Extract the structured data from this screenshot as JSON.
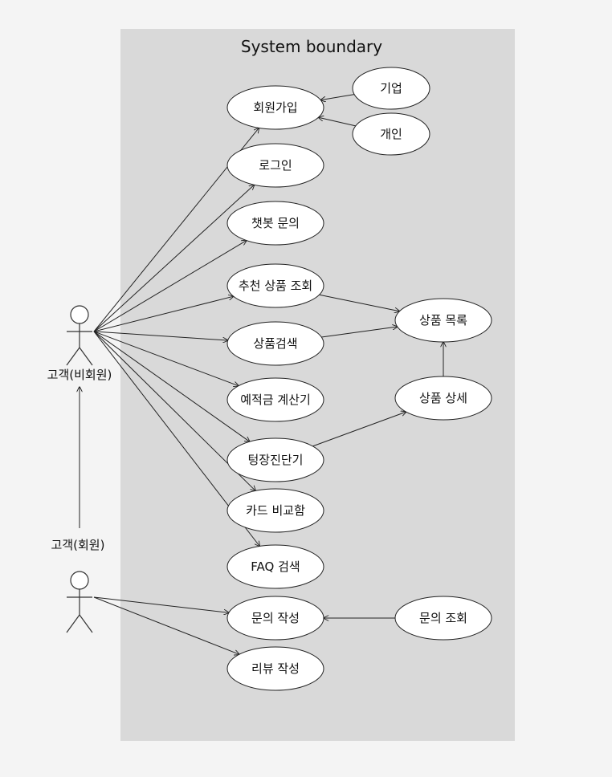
{
  "diagram": {
    "boundary_title": "System boundary",
    "colors": {
      "page_background": "#f4f4f4",
      "boundary_fill": "#d9d9d9",
      "ellipse_fill": "#ffffff",
      "stroke": "#222222"
    },
    "actors": [
      {
        "id": "nonmember",
        "label": "고객(비회원)"
      },
      {
        "id": "member",
        "label": "고객(회원)"
      }
    ],
    "use_cases": [
      {
        "id": "signup",
        "label": "회원가입"
      },
      {
        "id": "company",
        "label": "기업"
      },
      {
        "id": "personal",
        "label": "개인"
      },
      {
        "id": "login",
        "label": "로그인"
      },
      {
        "id": "chatbot",
        "label": "챗봇 문의"
      },
      {
        "id": "recommend",
        "label": "추천 상품 조회"
      },
      {
        "id": "search",
        "label": "상품검색"
      },
      {
        "id": "deposit_calc",
        "label": "예적금 계산기"
      },
      {
        "id": "diagnosis",
        "label": "텅장진단기"
      },
      {
        "id": "card_compare",
        "label": "카드 비교함"
      },
      {
        "id": "faq",
        "label": "FAQ 검색"
      },
      {
        "id": "inquiry_write",
        "label": "문의 작성"
      },
      {
        "id": "review_write",
        "label": "리뷰 작성"
      },
      {
        "id": "product_list",
        "label": "상품 목록"
      },
      {
        "id": "product_detail",
        "label": "상품 상세"
      },
      {
        "id": "inquiry_view",
        "label": "문의 조회"
      }
    ],
    "relations": [
      {
        "from": "nonmember",
        "to": "signup"
      },
      {
        "from": "nonmember",
        "to": "login"
      },
      {
        "from": "nonmember",
        "to": "chatbot"
      },
      {
        "from": "nonmember",
        "to": "recommend"
      },
      {
        "from": "nonmember",
        "to": "search"
      },
      {
        "from": "nonmember",
        "to": "deposit_calc"
      },
      {
        "from": "nonmember",
        "to": "diagnosis"
      },
      {
        "from": "nonmember",
        "to": "card_compare"
      },
      {
        "from": "nonmember",
        "to": "faq"
      },
      {
        "from": "member",
        "to": "inquiry_write"
      },
      {
        "from": "member",
        "to": "review_write"
      },
      {
        "from": "member",
        "to": "nonmember"
      },
      {
        "from": "company",
        "to": "signup"
      },
      {
        "from": "personal",
        "to": "signup"
      },
      {
        "from": "recommend",
        "to": "product_list"
      },
      {
        "from": "search",
        "to": "product_list"
      },
      {
        "from": "product_detail",
        "to": "product_list"
      },
      {
        "from": "diagnosis",
        "to": "product_detail"
      },
      {
        "from": "inquiry_view",
        "to": "inquiry_write"
      }
    ]
  }
}
